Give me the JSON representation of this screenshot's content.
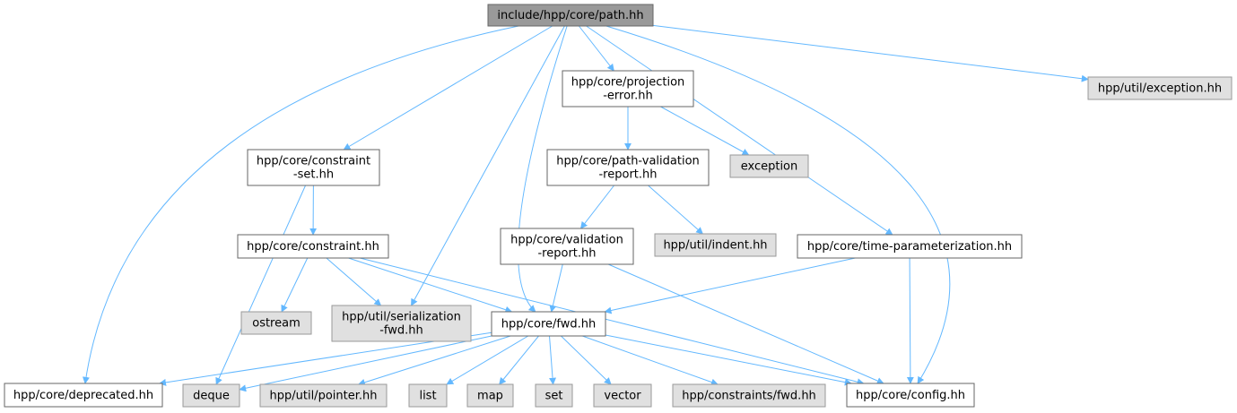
{
  "colors": {
    "root_fill": "#999999",
    "root_stroke": "#666666",
    "local_fill": "#ffffff",
    "local_stroke": "#666666",
    "external_fill": "#e0e0e0",
    "external_stroke": "#999999",
    "edge": "#63b8ff"
  },
  "nodes": [
    {
      "id": "path",
      "kind": "root",
      "lines": [
        "include/hpp/core/path.hh"
      ]
    },
    {
      "id": "projection",
      "kind": "local",
      "lines": [
        "hpp/core/projection",
        "-error.hh"
      ]
    },
    {
      "id": "exception_util",
      "kind": "external",
      "lines": [
        "hpp/util/exception.hh"
      ]
    },
    {
      "id": "constraint_set",
      "kind": "local",
      "lines": [
        "hpp/core/constraint",
        "-set.hh"
      ]
    },
    {
      "id": "path_validation",
      "kind": "local",
      "lines": [
        "hpp/core/path-validation",
        "-report.hh"
      ]
    },
    {
      "id": "exception",
      "kind": "external",
      "lines": [
        "exception"
      ]
    },
    {
      "id": "constraint",
      "kind": "local",
      "lines": [
        "hpp/core/constraint.hh"
      ]
    },
    {
      "id": "validation",
      "kind": "local",
      "lines": [
        "hpp/core/validation",
        "-report.hh"
      ]
    },
    {
      "id": "indent",
      "kind": "external",
      "lines": [
        "hpp/util/indent.hh"
      ]
    },
    {
      "id": "time_param",
      "kind": "local",
      "lines": [
        "hpp/core/time-parameterization.hh"
      ]
    },
    {
      "id": "ostream",
      "kind": "external",
      "lines": [
        "ostream"
      ]
    },
    {
      "id": "serialization",
      "kind": "external",
      "lines": [
        "hpp/util/serialization",
        "-fwd.hh"
      ]
    },
    {
      "id": "fwd",
      "kind": "local",
      "lines": [
        "hpp/core/fwd.hh"
      ]
    },
    {
      "id": "deprecated",
      "kind": "local",
      "lines": [
        "hpp/core/deprecated.hh"
      ]
    },
    {
      "id": "deque",
      "kind": "external",
      "lines": [
        "deque"
      ]
    },
    {
      "id": "pointer",
      "kind": "external",
      "lines": [
        "hpp/util/pointer.hh"
      ]
    },
    {
      "id": "list",
      "kind": "external",
      "lines": [
        "list"
      ]
    },
    {
      "id": "map",
      "kind": "external",
      "lines": [
        "map"
      ]
    },
    {
      "id": "set",
      "kind": "external",
      "lines": [
        "set"
      ]
    },
    {
      "id": "vector",
      "kind": "external",
      "lines": [
        "vector"
      ]
    },
    {
      "id": "constraints_fwd",
      "kind": "external",
      "lines": [
        "hpp/constraints/fwd.hh"
      ]
    },
    {
      "id": "config",
      "kind": "local",
      "lines": [
        "hpp/core/config.hh"
      ]
    }
  ],
  "edges": [
    [
      "path",
      "projection"
    ],
    [
      "path",
      "exception_util"
    ],
    [
      "path",
      "constraint_set"
    ],
    [
      "path",
      "time_param"
    ],
    [
      "path",
      "serialization"
    ],
    [
      "path",
      "fwd"
    ],
    [
      "path",
      "deprecated"
    ],
    [
      "path",
      "config"
    ],
    [
      "projection",
      "path_validation"
    ],
    [
      "projection",
      "exception"
    ],
    [
      "path_validation",
      "validation"
    ],
    [
      "path_validation",
      "indent"
    ],
    [
      "constraint_set",
      "constraint"
    ],
    [
      "constraint_set",
      "deque"
    ],
    [
      "constraint",
      "ostream"
    ],
    [
      "constraint",
      "serialization"
    ],
    [
      "constraint",
      "fwd"
    ],
    [
      "constraint",
      "config"
    ],
    [
      "validation",
      "fwd"
    ],
    [
      "validation",
      "config"
    ],
    [
      "time_param",
      "fwd"
    ],
    [
      "time_param",
      "config"
    ],
    [
      "fwd",
      "deprecated"
    ],
    [
      "fwd",
      "deque"
    ],
    [
      "fwd",
      "pointer"
    ],
    [
      "fwd",
      "list"
    ],
    [
      "fwd",
      "map"
    ],
    [
      "fwd",
      "set"
    ],
    [
      "fwd",
      "vector"
    ],
    [
      "fwd",
      "constraints_fwd"
    ],
    [
      "fwd",
      "config"
    ]
  ]
}
